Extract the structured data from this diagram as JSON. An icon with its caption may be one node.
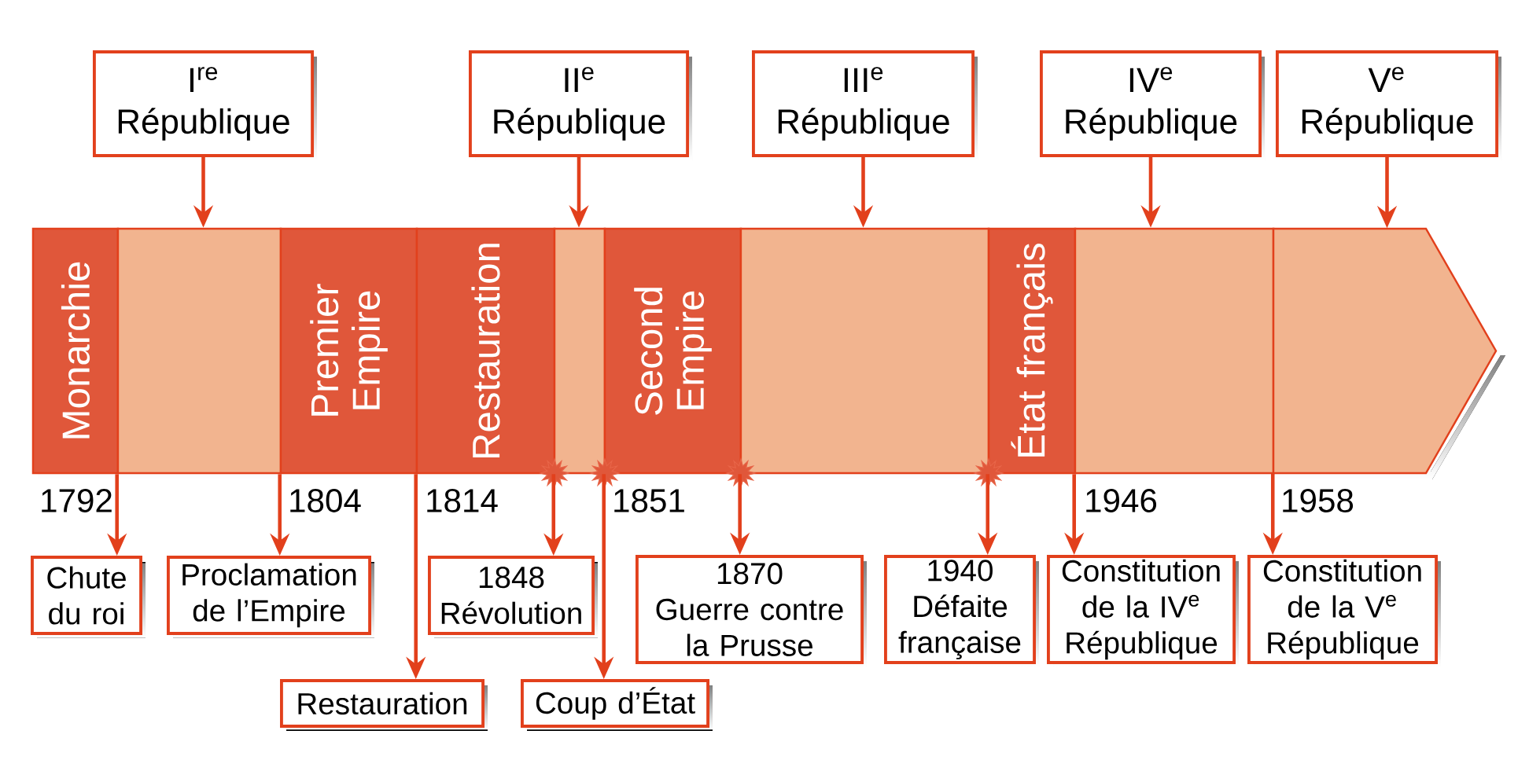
{
  "diagram": {
    "nodes": [
      {
        "text": [
          "I$^{re}$ République"
        ]
      },
      {
        "text": [
          "II$^{e}$ République"
        ]
      },
      {
        "text": [
          "III$^{e}$ République"
        ]
      },
      {
        "text": [
          "IV$^{e}$ République"
        ]
      },
      {
        "text": [
          "V$^{e}$ République"
        ]
      },
      {
        "text": [
          "Monarchie"
        ]
      },
      {
        "text": [],
        "shape": "bar"
      },
      {
        "text": [
          "Premier Empire"
        ]
      },
      {
        "text": [
          "Restauration"
        ]
      },
      {
        "text": [],
        "shape": "bar"
      },
      {
        "text": [
          "Second Empire"
        ]
      },
      {
        "text": [],
        "shape": "bar"
      },
      {
        "text": [
          "État français"
        ]
      },
      {
        "text": [],
        "shape": "bar"
      },
      {
        "text": [],
        "shape": "bar"
      },
      {
        "text": [
          "Chute du roi"
        ]
      },
      {
        "text": [
          "Proclamation de l’Empire"
        ]
      },
      {
        "text": [
          "1848",
          "Révolution"
        ]
      },
      {
        "text": [
          "1870",
          "Guerre contre la Prusse"
        ]
      },
      {
        "text": [
          "1940",
          "Défaite française"
        ]
      },
      {
        "text": [
          "Constitution de la IV$^{e}$ République"
        ]
      },
      {
        "text": [
          "Constitution de la V$^{e}$ République"
        ]
      },
      {
        "text": [
          "Restauration"
        ]
      },
      {
        "text": [
          "Coup d’État"
        ]
      }
    ],
    "edges": [
      {
        "from": 0,
        "to": 6,
        "arrow": "to"
      },
      {
        "from": 1,
        "to": 9,
        "arrow": "to"
      },
      {
        "from": 2,
        "to": 11,
        "arrow": "to"
      },
      {
        "from": 3,
        "to": 13,
        "arrow": "to"
      },
      {
        "from": 4,
        "to": 14,
        "arrow": "to"
      },
      {
        "from": 6,
        "to": 15,
        "arrow": "to"
      },
      {
        "from": 7,
        "to": 16,
        "arrow": "to"
      },
      {
        "from": 8,
        "to": 22,
        "arrow": "to"
      },
      {
        "from": 9,
        "to": 17,
        "arrow": "to"
      },
      {
        "from": 10,
        "to": 23,
        "arrow": "to"
      },
      {
        "from": 11,
        "to": 18,
        "arrow": "to"
      },
      {
        "from": 12,
        "to": 19,
        "arrow": "to"
      },
      {
        "from": 13,
        "to": 20,
        "arrow": "to"
      },
      {
        "from": 14,
        "to": 21,
        "arrow": "to"
      }
    ],
    "labels": [
      "1792",
      "1804",
      "1814",
      "1851",
      "1946",
      "1958"
    ]
  }
}
